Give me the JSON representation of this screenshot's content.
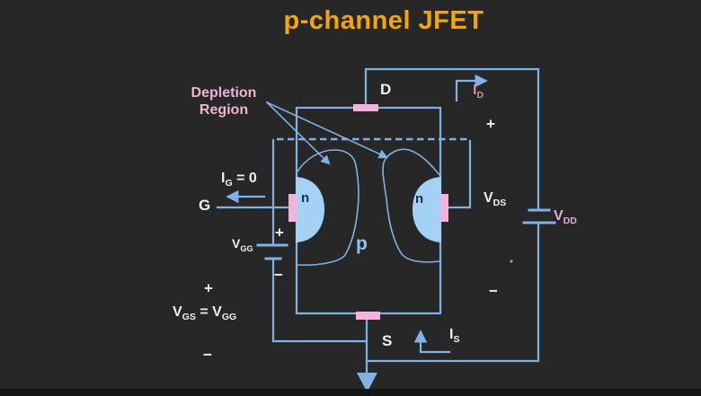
{
  "title": "p-channel JFET",
  "diagram": {
    "depletion_label": {
      "line1": "Depletion",
      "line2": "Region"
    },
    "terminals": {
      "drain": "D",
      "gate": "G",
      "source": "S"
    },
    "regions": {
      "p": "p",
      "n_left": "n",
      "n_right": "n"
    },
    "currents": {
      "drain": {
        "base": "I",
        "sub": "D"
      },
      "source": {
        "base": "I",
        "sub": "S"
      },
      "gate": {
        "base": "I",
        "sub": "G",
        "suffix": " = 0"
      }
    },
    "voltages": {
      "vds": {
        "base": "V",
        "sub": "DS"
      },
      "vdd": {
        "base": "V",
        "sub": "DD"
      },
      "vgg": {
        "base": "V",
        "sub": "GG"
      },
      "vgs_equation": {
        "b1": "V",
        "s1": "GS",
        "eq": " = ",
        "b2": "V",
        "s2": "GG"
      }
    },
    "signs": {
      "plus": "+",
      "minus": "−"
    }
  },
  "colors": {
    "background": "#272727",
    "letterbox_bar": "#151515",
    "title_orange": "#F2A60A",
    "wire": "#7FB2E6",
    "n_region_fill": "#A3D2F5",
    "n_label_navy": "#1A2F55",
    "p_label_blue": "#90C4F0",
    "contact_pink": "#F3B3DC",
    "depletion_label_pink": "#EFB3D2",
    "id_label_rose": "#D18DA2",
    "vdd_label_pink": "#EBA9D2",
    "text_white": "#EFEFEF",
    "dot": "#9A9A9A"
  }
}
